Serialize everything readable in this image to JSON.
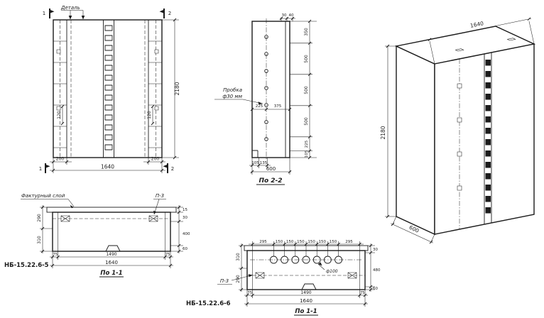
{
  "colors": {
    "paper": "#ffffff",
    "ink": "#1b1b1b"
  },
  "front": {
    "detail_label": "Деталь",
    "marks": {
      "top_left": "1",
      "top_right": "2",
      "bottom_left": "1",
      "bottom_right": "2"
    },
    "dims": {
      "height": "2180",
      "emb_left": "120",
      "emb_right": "120",
      "rib_left": "200",
      "rib_right": "200",
      "width": "1640"
    }
  },
  "s22": {
    "title": "По 2-2",
    "plug1": "Пробка",
    "plug2": "ф30 мм",
    "top": [
      "30",
      "40"
    ],
    "right": [
      "350",
      "500",
      "500",
      "500",
      "225",
      "105"
    ],
    "inner": [
      "225",
      "375"
    ],
    "bottom": [
      "105",
      "135"
    ],
    "width": "600"
  },
  "iso": {
    "width": "1640",
    "height": "2180",
    "depth": "600"
  },
  "p1": {
    "product": "НБ-15.22.6-5",
    "title": "По 1-1",
    "facing": "Фактурный слой",
    "key": "П-3",
    "left": [
      "290",
      "310"
    ],
    "right": [
      "15",
      "30",
      "400",
      "60"
    ],
    "bottom": [
      "75",
      "1490",
      "75"
    ],
    "total": "1640"
  },
  "p2": {
    "product": "НБ-15.22.6-6",
    "title": "По 1-1",
    "key": "П-3",
    "hole": "ф100",
    "top": [
      "295",
      "150",
      "150",
      "150",
      "150",
      "150",
      "150",
      "295"
    ],
    "left": [
      "310",
      "290"
    ],
    "right": [
      "30",
      "480",
      "60"
    ],
    "bottom": [
      "75",
      "1490",
      "75"
    ],
    "total": "1640"
  }
}
